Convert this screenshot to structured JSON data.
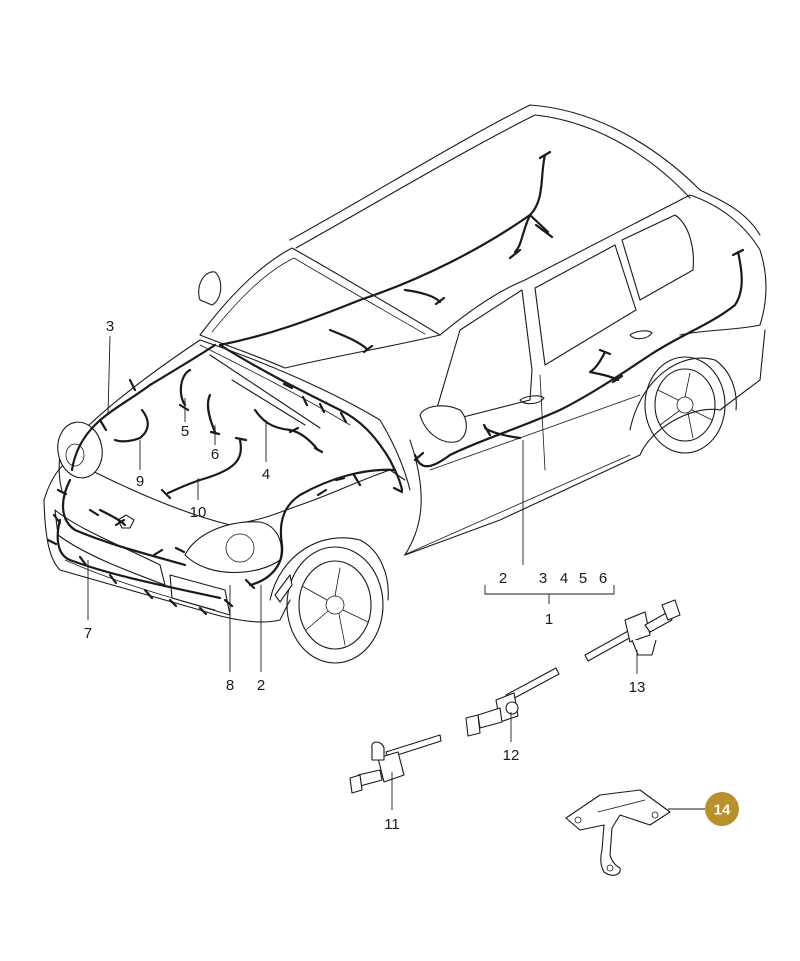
{
  "callouts": {
    "c1": "1",
    "c2a": "2",
    "c2b": "2",
    "c3": "3",
    "c3b": "3",
    "c4": "4",
    "c4b": "4",
    "c5": "5",
    "c5b": "5",
    "c6": "6",
    "c6b": "6",
    "c7": "7",
    "c8": "8",
    "c9": "9",
    "c10": "10",
    "c11": "11",
    "c12": "12",
    "c13": "13"
  },
  "highlight": {
    "label": "14",
    "color": "#b8912a"
  }
}
